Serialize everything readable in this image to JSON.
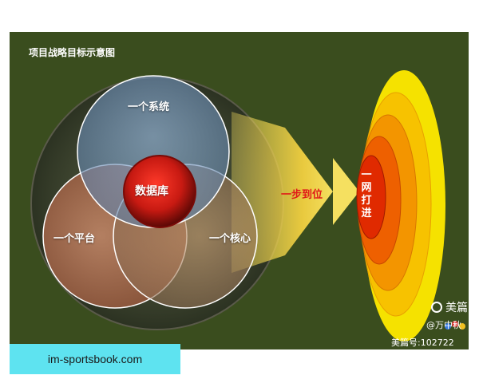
{
  "slide": {
    "title": "项目战略目标示意图",
    "background_color": "#3a4d1e"
  },
  "diagram": {
    "circles": [
      {
        "label": "一个系统",
        "color": "#7ea0c8"
      },
      {
        "label": "一个平台",
        "color": "#c07a5a"
      },
      {
        "label": "一个核心",
        "color": "#b08a68"
      }
    ],
    "center": {
      "label": "数据库",
      "color": "#c81a12"
    },
    "arrow": {
      "label": "一步到位",
      "label_color": "#e01818",
      "color": "#f5e060"
    },
    "target": {
      "label": "一网打进",
      "colors": [
        "#f5e200",
        "#f7b500",
        "#f38a00",
        "#ee5a00",
        "#e02a00"
      ]
    }
  },
  "watermark": {
    "app_name": "美篇",
    "user": "@万中秋",
    "id_line": "美篇号:102722"
  },
  "footer": {
    "text": "im-sportsbook.com",
    "color": "#5ee3f0"
  }
}
